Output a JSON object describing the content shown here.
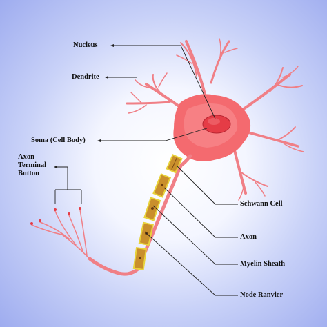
{
  "labels": {
    "nucleus": "Nucleus",
    "dendrite": "Dendrite",
    "soma": "Soma (Cell Body)",
    "axon_terminal_line1": "Axon",
    "axon_terminal_line2": "Terminal",
    "axon_terminal_line3": "Button",
    "schwann_cell": "Schwann Cell",
    "axon": "Axon",
    "myelin_sheath": "Myelin Sheath",
    "node_ranvier": "Node Ranvier"
  },
  "colors": {
    "background_center": "#ffffff",
    "background_edge": "#9eacef",
    "cell_body": "#f46a6f",
    "cell_body_light": "#f9a3a5",
    "nucleus": "#e53c46",
    "axon_fiber": "#f07f86",
    "myelin_fill": "#c98f2c",
    "myelin_border": "#e8d23a",
    "leader_line": "#222222"
  }
}
